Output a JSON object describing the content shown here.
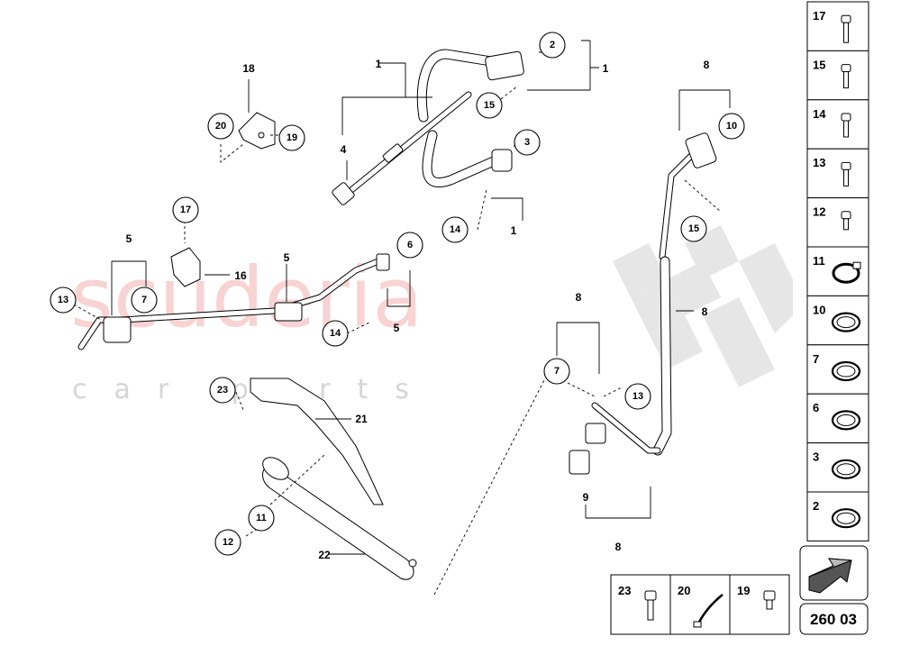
{
  "watermark": {
    "main": "scuderia",
    "sub": "car parts"
  },
  "callouts": {
    "c2": "2",
    "c3": "3",
    "c15a": "15",
    "c14a": "14",
    "c10": "10",
    "c15b": "15",
    "c20": "20",
    "c19": "19",
    "c17": "17",
    "c13a": "13",
    "c7a": "7",
    "c6": "6",
    "c14b": "14",
    "c7b": "7",
    "c13b": "13",
    "c23": "23",
    "c11": "11",
    "c12": "12"
  },
  "labels": {
    "l1a": "1",
    "l1b": "1",
    "l1c": "1",
    "l4": "4",
    "l8a": "8",
    "l18": "18",
    "l5a": "5",
    "l16": "16",
    "l5b": "5",
    "l5c": "5",
    "l8b": "8",
    "l8c": "8",
    "l21": "21",
    "l9": "9",
    "l8d": "8",
    "l22": "22"
  },
  "side_panel": [
    {
      "num": "17",
      "icon": "bolt-long-icon"
    },
    {
      "num": "15",
      "icon": "bolt-icon"
    },
    {
      "num": "14",
      "icon": "bolt-icon"
    },
    {
      "num": "13",
      "icon": "bolt-icon"
    },
    {
      "num": "12",
      "icon": "bolt-short-icon"
    },
    {
      "num": "11",
      "icon": "hose-clamp-icon"
    },
    {
      "num": "10",
      "icon": "o-ring-icon"
    },
    {
      "num": "7",
      "icon": "o-ring-icon"
    },
    {
      "num": "6",
      "icon": "o-ring-icon"
    },
    {
      "num": "3",
      "icon": "o-ring-icon"
    },
    {
      "num": "2",
      "icon": "o-ring-icon"
    }
  ],
  "bottom_panel": [
    {
      "num": "23",
      "icon": "screw-icon"
    },
    {
      "num": "20",
      "icon": "cable-tie-icon"
    },
    {
      "num": "19",
      "icon": "nut-icon"
    }
  ],
  "page_number": "260 03",
  "nav_icon": "arrow-icon"
}
